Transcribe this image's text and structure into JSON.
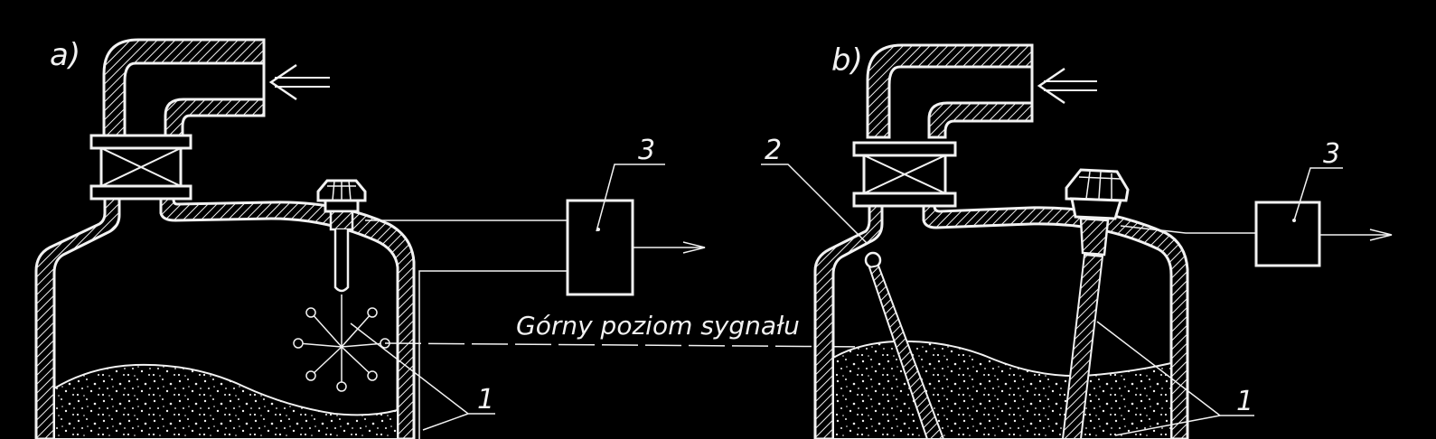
{
  "panels": [
    {
      "letter": "a)",
      "labels": {
        "sensor_rods": "1",
        "control_unit": "3"
      }
    },
    {
      "letter": "b)",
      "labels": {
        "sensor_rods": "1",
        "hanger": "2",
        "control_unit": "3"
      }
    }
  ],
  "center_label": "Górny poziom sygnału",
  "colors": {
    "background": "#000000",
    "ink": "#f2f2f2"
  }
}
